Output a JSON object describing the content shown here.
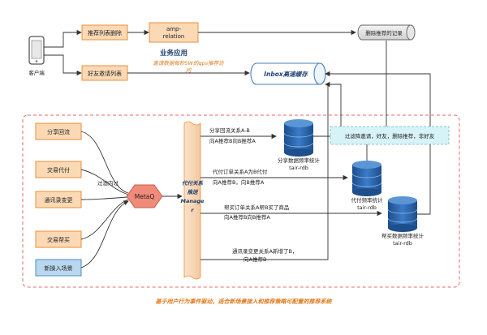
{
  "client": {
    "label": "客户端"
  },
  "top": {
    "recommend_list": "推荐列表删除",
    "amp_relation_1": "amp-",
    "amp_relation_2": "relation",
    "deleted_records": "删除推荐的记录",
    "friend_invite": "好友邀请列表",
    "business_title": "业务应用",
    "business_note_1": "邀请数据每秒5W的qps推荐访",
    "business_note_2": "问",
    "inbox": "Inbox高速缓存"
  },
  "events": [
    {
      "key": "share",
      "label": "分享回流"
    },
    {
      "key": "trade",
      "label": "交易代付"
    },
    {
      "key": "contacts",
      "label": "通讯录变更"
    },
    {
      "key": "help_buy",
      "label": "交易帮买"
    },
    {
      "key": "new_user",
      "label": "新操入场景"
    }
  ],
  "filter_label": "过滤内过",
  "metaq": "MetaQ",
  "manager": [
    "代付关系",
    "推送",
    "Manage",
    "r"
  ],
  "flow_labels": {
    "share_1": "分享回流关系A-B",
    "share_2": "向A推荐B向B推荐A",
    "trade_1": "代付订单关系A为B代付",
    "trade_2": "向A推荐B，向B推荐A",
    "help_1": "帮买订单关系A帮B买了商品",
    "help_2": "向A推荐B向B推荐A",
    "contacts_1": "通讯录变更关系A新增了B，",
    "contacts_2": "向A推荐B"
  },
  "filter_bar": "过滤降邀请，好友，删除推荐，非好友",
  "dbs": [
    {
      "key": "share_db",
      "label1": "分享数据频率统计",
      "label2": "tair-rdb"
    },
    {
      "key": "trade_db",
      "label1": "代付频率统计",
      "label2": "tair-rdb"
    },
    {
      "key": "help_db",
      "label1": "帮买数据频率统计",
      "label2": "tair-rdb"
    }
  ],
  "footer": "基于用户行为事件驱动，适合新场景接入和推荐策略可配置的推荐系统",
  "colors": {
    "orange_fill": "#fbd9b5",
    "orange_stroke": "#e8903a",
    "pink_fill": "#f08a7a",
    "db_blue": "#2a64a8",
    "cyan_fill": "#d6f3f8",
    "dashed_red": "#e46a6a"
  }
}
